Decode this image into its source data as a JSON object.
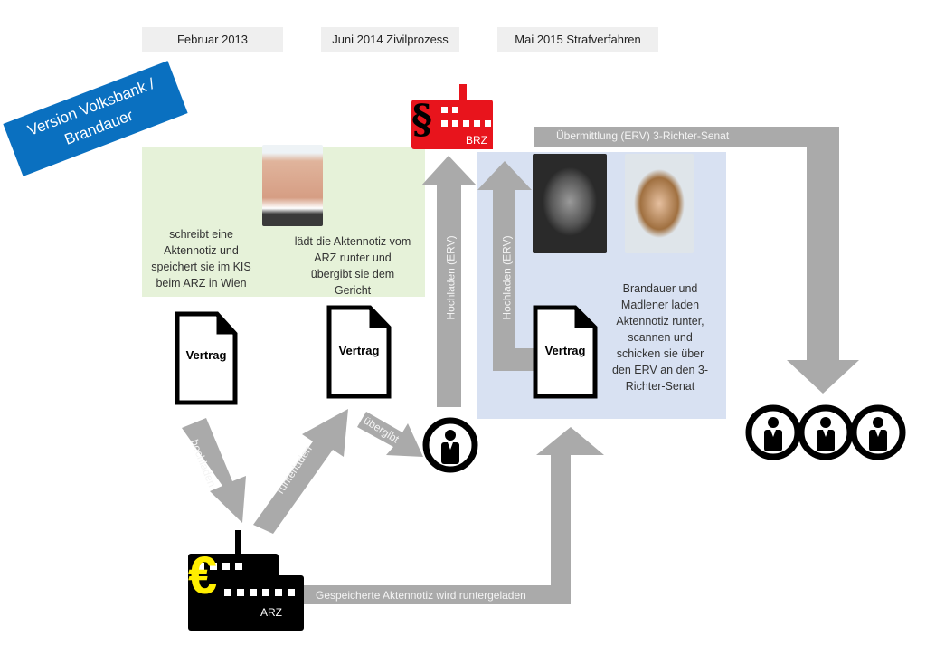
{
  "timeline": [
    "Februar 2013",
    "Juni 2014 Zivilprozess",
    "Mai 2015 Strafverfahren"
  ],
  "banner": {
    "line1": "Version Volksbank /",
    "line2": "Brandauer",
    "color": "#0a70c0"
  },
  "colors": {
    "green_box": "#e6f2d9",
    "blue_box": "#d8e1f2",
    "arrow": "#aaaaaa",
    "brz": "#e8141c",
    "euro": "#ffee00"
  },
  "brz_label": "BRZ",
  "arz_label": "ARZ",
  "brz_symbol": "§",
  "euro_symbol": "€",
  "texts": {
    "step1": "schreibt eine Aktennotiz und speichert sie im KIS beim ARZ in Wien",
    "step2": "lädt die Aktennotiz vom ARZ runter und übergibt sie dem Gericht",
    "step3": "Brandauer und Madlener laden Aktennotiz runter, scannen und schicken sie über den ERV an den 3-Richter-Senat"
  },
  "documents": [
    "Vertrag",
    "Vertrag",
    "Vertrag"
  ],
  "arrows": {
    "hochladen": "hochladen",
    "runterladen": "runterladen",
    "uebergibt": "übergibt",
    "hochladen_erv_1": "Hochladen (ERV)",
    "hochladen_erv_2": "Hochladen (ERV)",
    "uebermittlung": "Übermittlung (ERV) 3-Richter-Senat",
    "gespeichert": "Gespeicherte Aktennotiz wird runtergeladen"
  }
}
